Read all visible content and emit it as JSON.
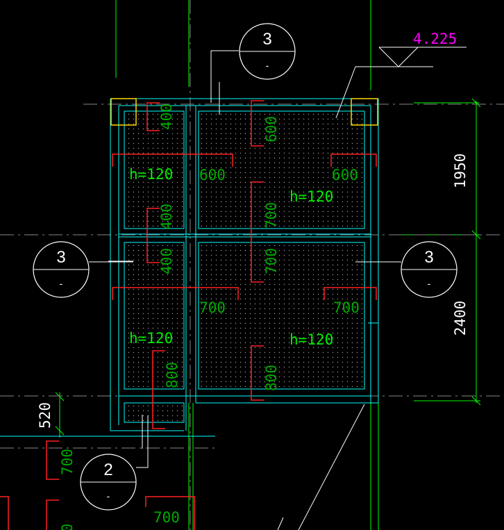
{
  "colors": {
    "background": "#000000",
    "wall_line": "#00ffff",
    "axis_line": "#00ff00",
    "dimension_text": "#00cc00",
    "rebar_line": "#ff2020",
    "column": "#ffd800",
    "elevation": "#ff00ff",
    "bubble": "#ffffff",
    "hatch_dot": "#9a9a9a"
  },
  "elevation": {
    "value": "4.225"
  },
  "dimensions": {
    "upper": "1950",
    "lower": "2400",
    "left": "520"
  },
  "slab_labels": {
    "thickness_tl": "h=120",
    "thickness_tr": "h=120",
    "thickness_bl": "h=120",
    "thickness_br": "h=120"
  },
  "rebar_lengths": {
    "tl_vertical": "400",
    "top_vertical": "600",
    "left_top_h": "600",
    "right_top_h": "600",
    "mid_vertical_a": "400",
    "mid_vertical_b": "400",
    "mid_vertical_c": "700",
    "mid_vertical_d": "700",
    "left_bottom_h": "700",
    "right_bottom_h": "700",
    "low_vertical_a": "800",
    "low_vertical_b": "800",
    "outside_left": "700",
    "bottom_edge": "700",
    "bottom_left_cut": "0"
  },
  "section_marks": {
    "top": {
      "number": "3",
      "sub": "-"
    },
    "left": {
      "number": "3",
      "sub": "-"
    },
    "right": {
      "number": "3",
      "sub": "-"
    },
    "bottom": {
      "number": "2",
      "sub": "-"
    }
  }
}
